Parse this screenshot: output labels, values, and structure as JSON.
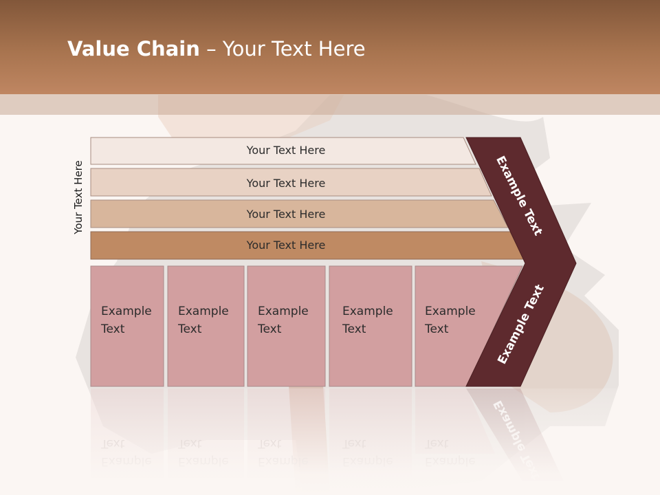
{
  "slide": {
    "title_bold": "Value Chain",
    "title_rest": " – Your Text Here"
  },
  "side_label": "Your Text Here",
  "bars": [
    {
      "label": "Your Text Here",
      "color": "#f3e8e2"
    },
    {
      "label": "Your Text Here",
      "color": "#e8d2c4"
    },
    {
      "label": "Your Text Here",
      "color": "#d8b69c"
    },
    {
      "label": "Your Text Here",
      "color": "#bf8a63"
    }
  ],
  "cells": [
    {
      "label": "Example\nText",
      "color": "#d29fa0"
    },
    {
      "label": "Example\nText",
      "color": "#d29fa0"
    },
    {
      "label": "Example\nText",
      "color": "#d29fa0"
    },
    {
      "label": "Example\nText",
      "color": "#d29fa0"
    },
    {
      "label": "Example\nText",
      "color": "#d29fa0"
    }
  ],
  "arrow": {
    "upper_label": "Example Text",
    "lower_label": "Example Text",
    "color": "#5e2a2e"
  },
  "colors": {
    "header": "#a8744f",
    "background": "#fbf6f3"
  }
}
